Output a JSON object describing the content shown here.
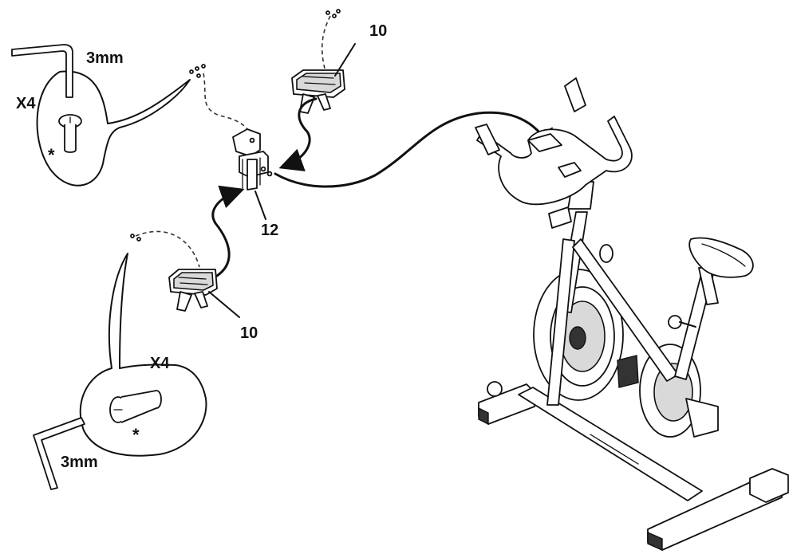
{
  "labels": {
    "hex_key_size_top": "3mm",
    "hex_key_size_bottom": "3mm",
    "quantity_top": "X4",
    "quantity_bottom": "X4",
    "asterisk_top": "*",
    "asterisk_bottom": "*",
    "part_top_pedal": "10",
    "part_bottom_pedal": "10",
    "part_bracket": "12"
  },
  "colors": {
    "line": "#111111",
    "background": "#ffffff"
  }
}
